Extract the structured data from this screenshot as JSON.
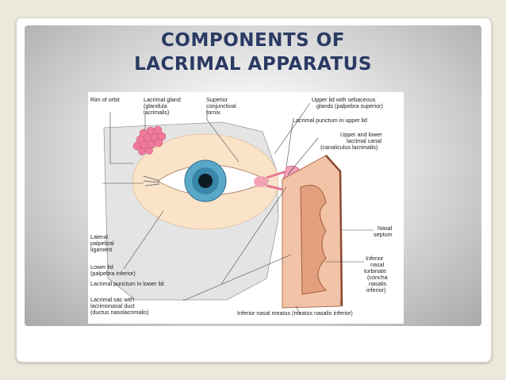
{
  "slide": {
    "title_line1": "COMPONENTS OF",
    "title_line2": "LACRIMAL APPARATUS"
  },
  "diagram": {
    "labels": {
      "rim_of_orbit": "Rim of orbit",
      "lacrimal_gland_1": "Lacrimal gland",
      "lacrimal_gland_2": "(glandula",
      "lacrimal_gland_3": "lacrimalis)",
      "sup_conj_1": "Superior",
      "sup_conj_2": "conjunctival",
      "sup_conj_3": "fornix",
      "upper_lid_1": "Upper lid with sebaceous",
      "upper_lid_2": "glands (palpebra superior)",
      "punctum_upper": "Lacrimal punctum in upper lid",
      "canal_1": "Upper and lower",
      "canal_2": "lacrimal canal",
      "canal_3": "(canaliculus lacrimalis)",
      "lat_lig_1": "Lateral",
      "lat_lig_2": "palpebral",
      "lat_lig_3": "ligament",
      "nasal_septum_1": "Nasal",
      "nasal_septum_2": "septum",
      "lower_lid_1": "Lower lid",
      "lower_lid_2": "(palpebra inferior)",
      "punctum_lower": "Lacrimal punctum in lower lid",
      "turbinate_1": "Inferior",
      "turbinate_2": "nasal",
      "turbinate_3": "turbinate",
      "turbinate_4": "(concha",
      "turbinate_5": "nasalis",
      "turbinate_6": "inferior)",
      "sac_1": "Lacrimal sac with",
      "sac_2": "lacrimonasal duct",
      "sac_3": "(ductus nasolacrimalis)",
      "meatus": "Inferior nasal meatus (meatus nasalis inferior)"
    }
  }
}
